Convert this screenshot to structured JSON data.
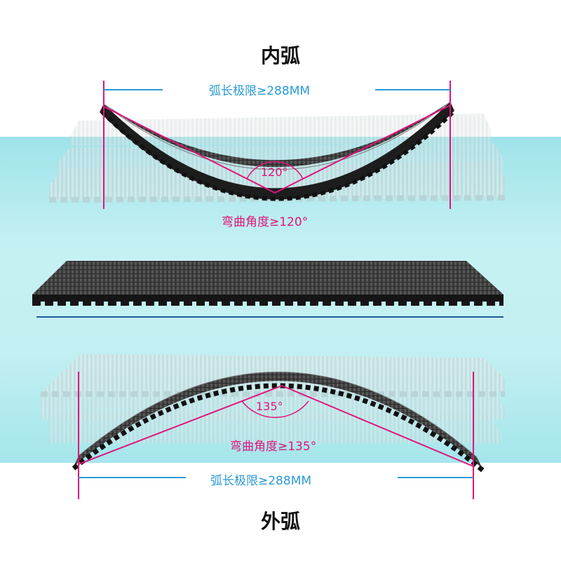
{
  "inner": {
    "title": "内弧",
    "arc_limit": "弧长极限≥288MM",
    "angle_value": "120°",
    "angle_label": "弯曲角度≥120°"
  },
  "outer": {
    "title": "外弧",
    "arc_limit": "弧长极限≥288MM",
    "angle_value": "135°",
    "angle_label": "弯曲角度≥135°"
  },
  "colors": {
    "accent_pink": "#e0147a",
    "accent_blue": "#2a9ad6",
    "background_cyan": "#c3f0f2",
    "panel_dark": "#2b2b2b"
  }
}
